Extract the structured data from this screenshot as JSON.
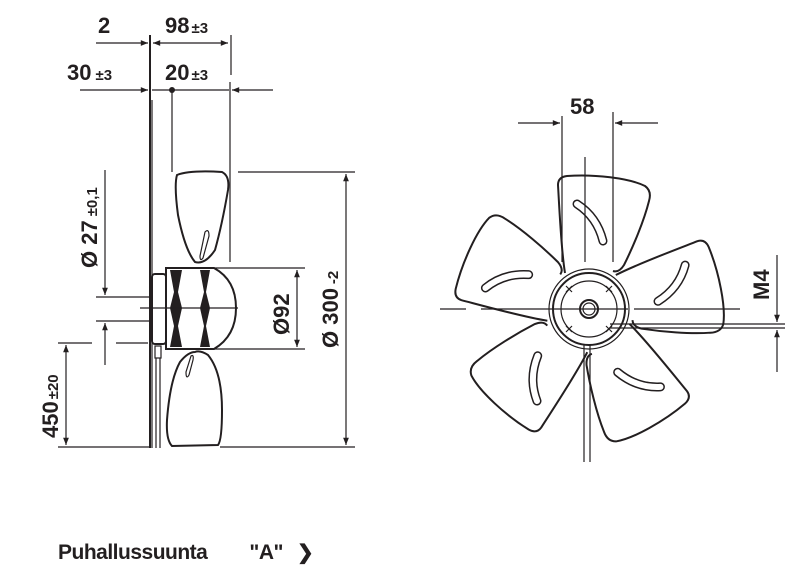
{
  "side_view": {
    "dim_flange": "2",
    "dim_length": "98",
    "dim_length_tol": "±3",
    "dim_offset": "30",
    "dim_offset_tol": "±3",
    "dim_blade": "20",
    "dim_blade_tol": "±3",
    "dim_shaft": "Ø 27",
    "dim_shaft_tol": "±0,1",
    "dim_hub": "Ø92",
    "dim_diameter": "Ø 300",
    "dim_diameter_tol": "-2",
    "dim_cable": "450",
    "dim_cable_tol": "±20"
  },
  "front_view": {
    "dim_bolt": "58",
    "dim_thread": "M4",
    "blade_count": 5
  },
  "footer": {
    "label": "Puhallussuunta",
    "direction": "\"A\"",
    "chevron": "❯"
  },
  "colors": {
    "ink": "#231f20"
  }
}
